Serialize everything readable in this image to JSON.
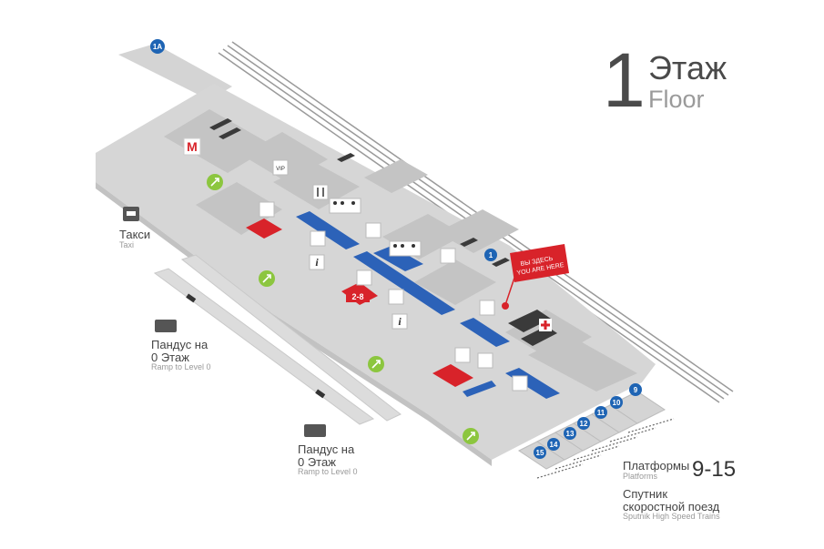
{
  "title": {
    "floor_number": "1",
    "floor_ru": "Этаж",
    "floor_en": "Floor"
  },
  "labels": {
    "taxi_ru": "Такси",
    "taxi_en": "Taxi",
    "ramp_ru_1": "Пандус на",
    "ramp_ru_2": "0 Этаж",
    "ramp_en": "Ramp to Level  0",
    "platforms_ru": "Платформы",
    "platforms_en": "Platforms",
    "platforms_range": "9-15",
    "sputnik_ru_1": "Спутник",
    "sputnik_ru_2": "скоростной поезд",
    "sputnik_en": "Sputnik High Speed Trains",
    "you_are_here_ru": "ВЫ ЗДЕСЬ",
    "you_are_here_en": "YOU ARE HERE"
  },
  "badges": {
    "exit_1a": "1A",
    "exit_1": "1",
    "stairs_2_8": "2-8",
    "platform_9": "9",
    "platform_10": "10",
    "platform_11": "11",
    "platform_12": "12",
    "platform_13": "13",
    "platform_14": "14",
    "platform_15": "15",
    "metro": "М",
    "vip": "VIP"
  },
  "colors": {
    "floor_gray": "#d4d4d4",
    "wall_gray": "#bdbdbd",
    "blue_area": "#2c62b8",
    "red_area": "#d8232a",
    "green_entrance": "#8cc63f",
    "exit_blue": "#1e64b4"
  }
}
